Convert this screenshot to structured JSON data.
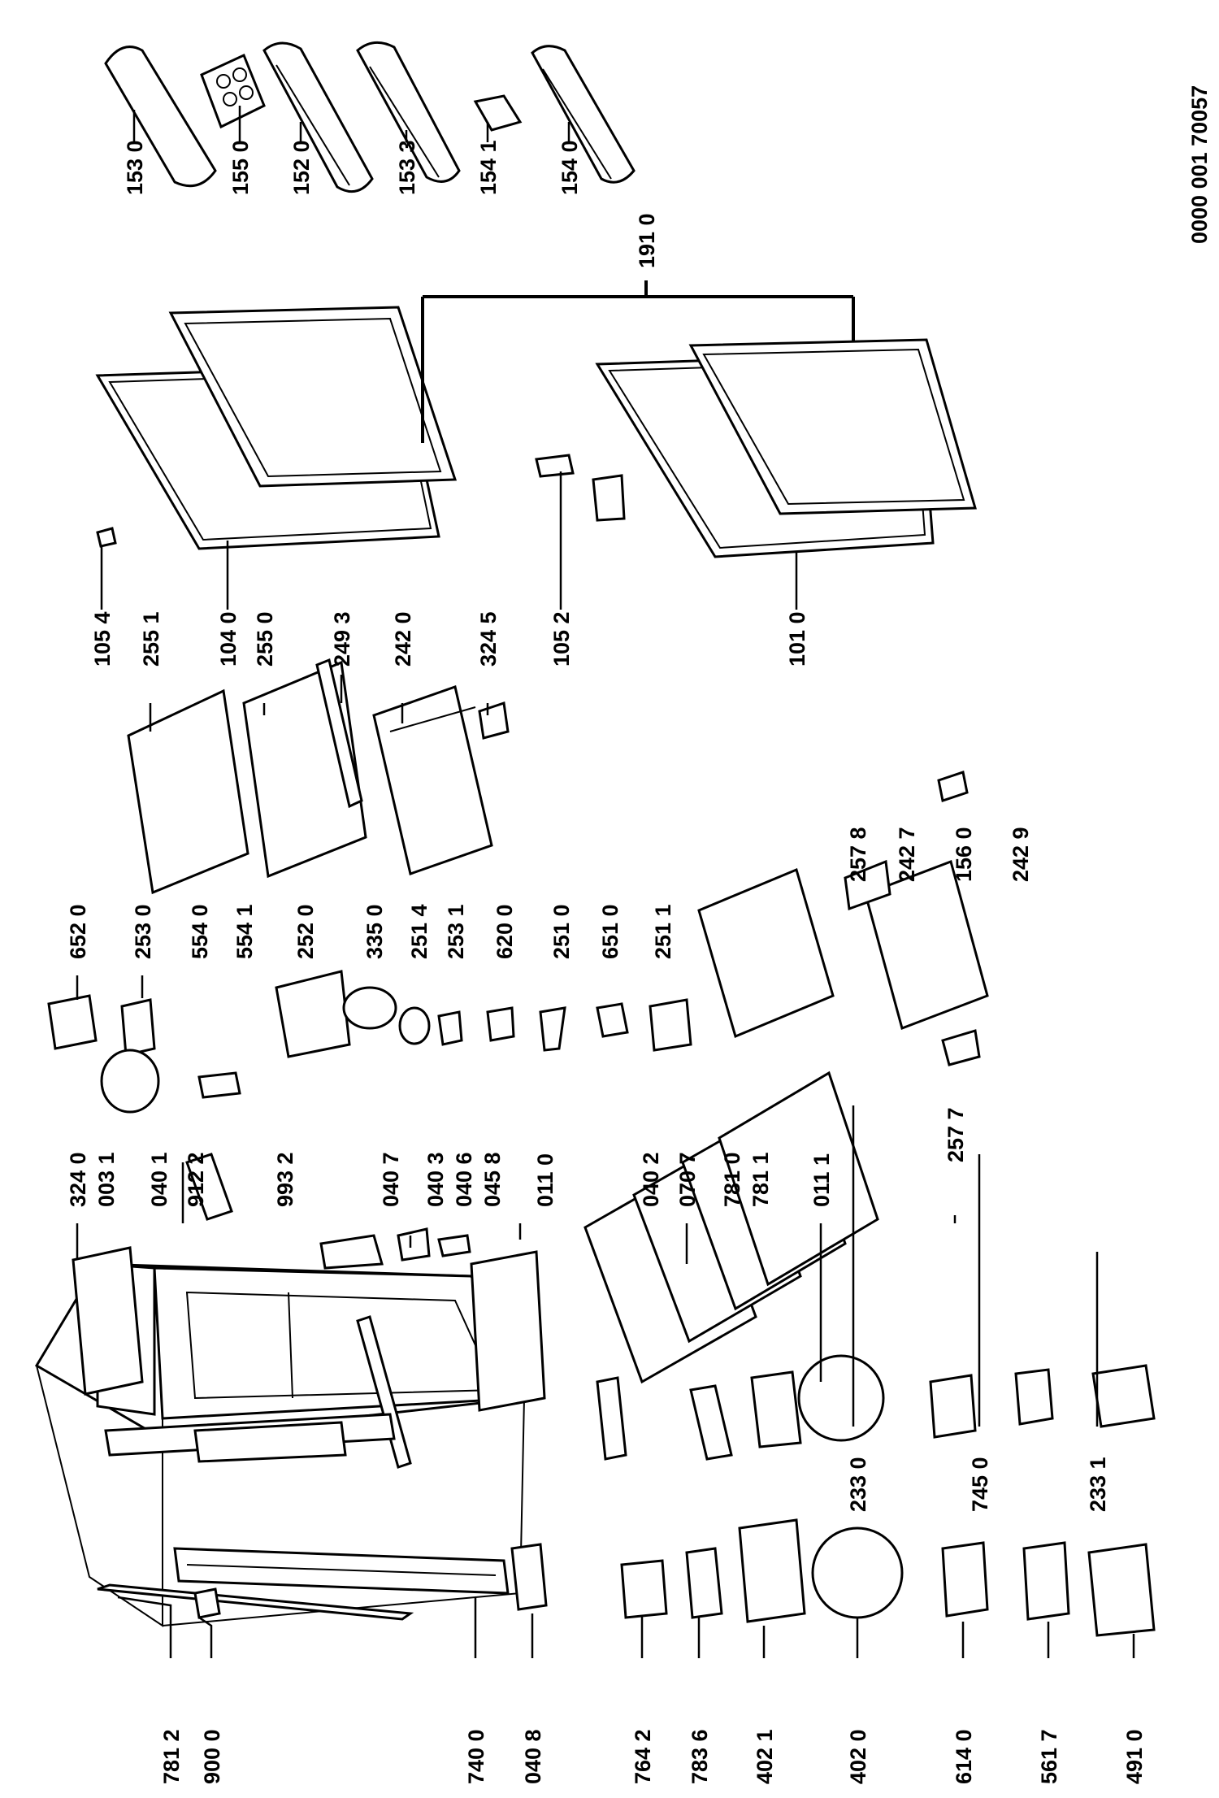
{
  "document_number": "0000 001 70057",
  "parts": [
    {
      "id": "p1530",
      "label": "153 0"
    },
    {
      "id": "p1550",
      "label": "155 0"
    },
    {
      "id": "p1520",
      "label": "152 0"
    },
    {
      "id": "p1533",
      "label": "153 3"
    },
    {
      "id": "p1541",
      "label": "154 1"
    },
    {
      "id": "p1540",
      "label": "154 0"
    },
    {
      "id": "p1910",
      "label": "191 0"
    },
    {
      "id": "p1054",
      "label": "105 4"
    },
    {
      "id": "p2551",
      "label": "255 1"
    },
    {
      "id": "p1040",
      "label": "104 0"
    },
    {
      "id": "p2550",
      "label": "255 0"
    },
    {
      "id": "p2493",
      "label": "249 3"
    },
    {
      "id": "p2420",
      "label": "242 0"
    },
    {
      "id": "p3245",
      "label": "324 5"
    },
    {
      "id": "p1052",
      "label": "105 2"
    },
    {
      "id": "p1010",
      "label": "101 0"
    },
    {
      "id": "p6520",
      "label": "652 0"
    },
    {
      "id": "p2530",
      "label": "253 0"
    },
    {
      "id": "p5540",
      "label": "554 0"
    },
    {
      "id": "p5541",
      "label": "554 1"
    },
    {
      "id": "p2520",
      "label": "252 0"
    },
    {
      "id": "p3350",
      "label": "335 0"
    },
    {
      "id": "p2514",
      "label": "251 4"
    },
    {
      "id": "p2531",
      "label": "253 1"
    },
    {
      "id": "p6200",
      "label": "620 0"
    },
    {
      "id": "p2510",
      "label": "251 0"
    },
    {
      "id": "p6510",
      "label": "651 0"
    },
    {
      "id": "p2511",
      "label": "251 1"
    },
    {
      "id": "p3240",
      "label": "324 0"
    },
    {
      "id": "p0031",
      "label": "003 1"
    },
    {
      "id": "p0401",
      "label": "040 1"
    },
    {
      "id": "p9122",
      "label": "912 2"
    },
    {
      "id": "p9932",
      "label": "993 2"
    },
    {
      "id": "p0407",
      "label": "040 7"
    },
    {
      "id": "p0403",
      "label": "040 3"
    },
    {
      "id": "p0406",
      "label": "040 6"
    },
    {
      "id": "p0458",
      "label": "045 8"
    },
    {
      "id": "p0110",
      "label": "011 0"
    },
    {
      "id": "p0402",
      "label": "040 2"
    },
    {
      "id": "p0707",
      "label": "070 7"
    },
    {
      "id": "p7810",
      "label": "781 0"
    },
    {
      "id": "p7811",
      "label": "781 1"
    },
    {
      "id": "p0111",
      "label": "011 1"
    },
    {
      "id": "p2578",
      "label": "257 8"
    },
    {
      "id": "p2427",
      "label": "242 7"
    },
    {
      "id": "p1560",
      "label": "156 0"
    },
    {
      "id": "p2429",
      "label": "242 9"
    },
    {
      "id": "p2577",
      "label": "257 7"
    },
    {
      "id": "p2330",
      "label": "233 0"
    },
    {
      "id": "p7450",
      "label": "745 0"
    },
    {
      "id": "p2331",
      "label": "233 1"
    },
    {
      "id": "p7812",
      "label": "781 2"
    },
    {
      "id": "p9000",
      "label": "900 0"
    },
    {
      "id": "p7400",
      "label": "740 0"
    },
    {
      "id": "p0408",
      "label": "040 8"
    },
    {
      "id": "p7642",
      "label": "764 2"
    },
    {
      "id": "p7836",
      "label": "783 6"
    },
    {
      "id": "p4021",
      "label": "402 1"
    },
    {
      "id": "p4020",
      "label": "402 0"
    },
    {
      "id": "p6140",
      "label": "614 0"
    },
    {
      "id": "p5617",
      "label": "561 7"
    },
    {
      "id": "p4910",
      "label": "491 0"
    }
  ]
}
